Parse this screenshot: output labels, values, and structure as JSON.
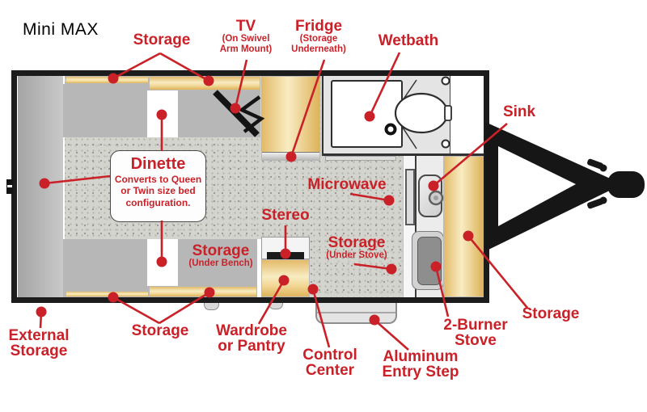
{
  "title": "Mini MAX",
  "colors": {
    "label_red": "#ca2128",
    "cabinet_tan": "#f0d496",
    "bench_gray": "#b7b7b7",
    "wall_black": "#1c1c1c"
  },
  "labels": {
    "storage_top": "Storage",
    "tv": {
      "name": "TV",
      "note1": "(On Swivel",
      "note2": "Arm Mount)"
    },
    "fridge": {
      "name": "Fridge",
      "note1": "(Storage",
      "note2": "Underneath)"
    },
    "wetbath": "Wetbath",
    "sink": "Sink",
    "dinette": {
      "name": "Dinette",
      "description": "Converts to Queen or Twin size bed configuration."
    },
    "microwave": "Microwave",
    "stereo": "Stereo",
    "storage_under_bench": {
      "name": "Storage",
      "note": "(Under Bench)"
    },
    "storage_under_stove": {
      "name": "Storage",
      "note": "(Under Stove)"
    },
    "two_burner_stove": {
      "line1": "2-Burner",
      "line2": "Stove"
    },
    "storage_curbside": "Storage",
    "wardrobe": {
      "line1": "Wardrobe",
      "line2": "or Pantry"
    },
    "control_center": {
      "line1": "Control",
      "line2": "Center"
    },
    "aluminum_entry_step": {
      "line1": "Aluminum",
      "line2": "Entry Step"
    },
    "external_storage": {
      "line1": "External",
      "line2": "Storage"
    },
    "storage_under_bed": "Storage"
  }
}
